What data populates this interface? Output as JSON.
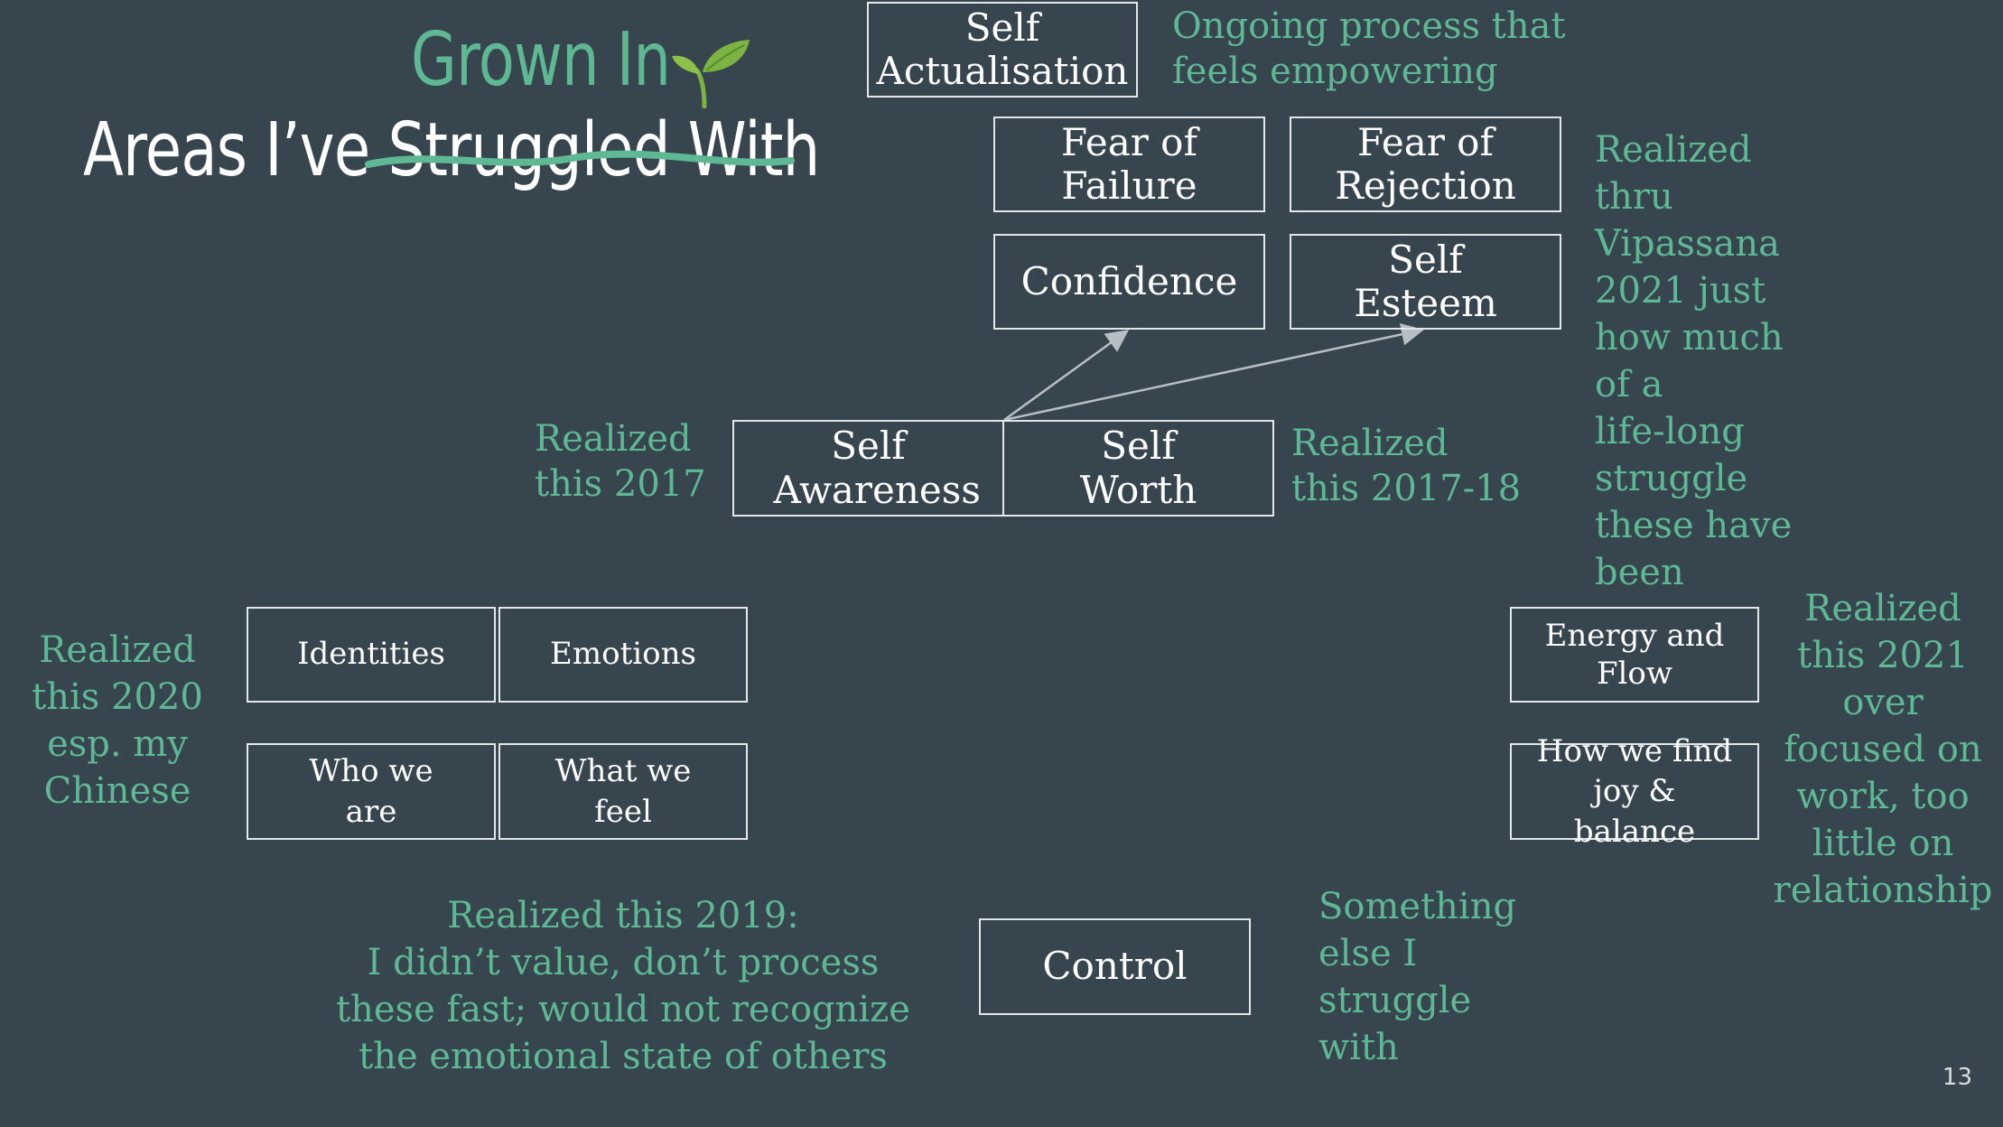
{
  "title": {
    "grown": "Grown In",
    "areas": "Areas I’ve ",
    "struck": "Struggled With"
  },
  "colors": {
    "background": "#37454f",
    "accent": "#5fb894",
    "box_border": "#e4e7ea"
  },
  "boxes": {
    "self_actualisation": "Self Actualisation",
    "fear_failure": "Fear of Failure",
    "fear_rejection": "Fear of Rejection",
    "confidence": "Confidence",
    "self_esteem": "Self Esteem",
    "self_awareness": "Self Awareness",
    "self_worth": "Self Worth",
    "identities": "Identities",
    "emotions": "Emotions",
    "who_we_are": "Who we are",
    "what_we_feel": "What we feel",
    "energy_flow": "Energy and Flow",
    "joy_balance": "How we find joy & balance",
    "control": "Control"
  },
  "notes": {
    "ongoing": "Ongoing process that\nfeels empowering",
    "vipassana": "Realized\nthru\nVipassana\n2021 just\nhow much\nof a\nlife-long\nstruggle\nthese have\nbeen",
    "realized_2017": "Realized\nthis 2017",
    "realized_2017_18": "Realized\nthis 2017-18",
    "realized_2020": "Realized\nthis 2020\nesp. my\nChinese",
    "realized_2021": "Realized\nthis 2021\nover\nfocused on\nwork, too\nlittle on\nrelationship",
    "realized_2019": "Realized this 2019:\nI didn’t value, don’t process\nthese fast; would not recognize\nthe emotional state of others",
    "something_else": "Something\nelse I\nstruggle\nwith"
  },
  "page_number": "13",
  "icons": {
    "sprout": "sprout-icon"
  }
}
